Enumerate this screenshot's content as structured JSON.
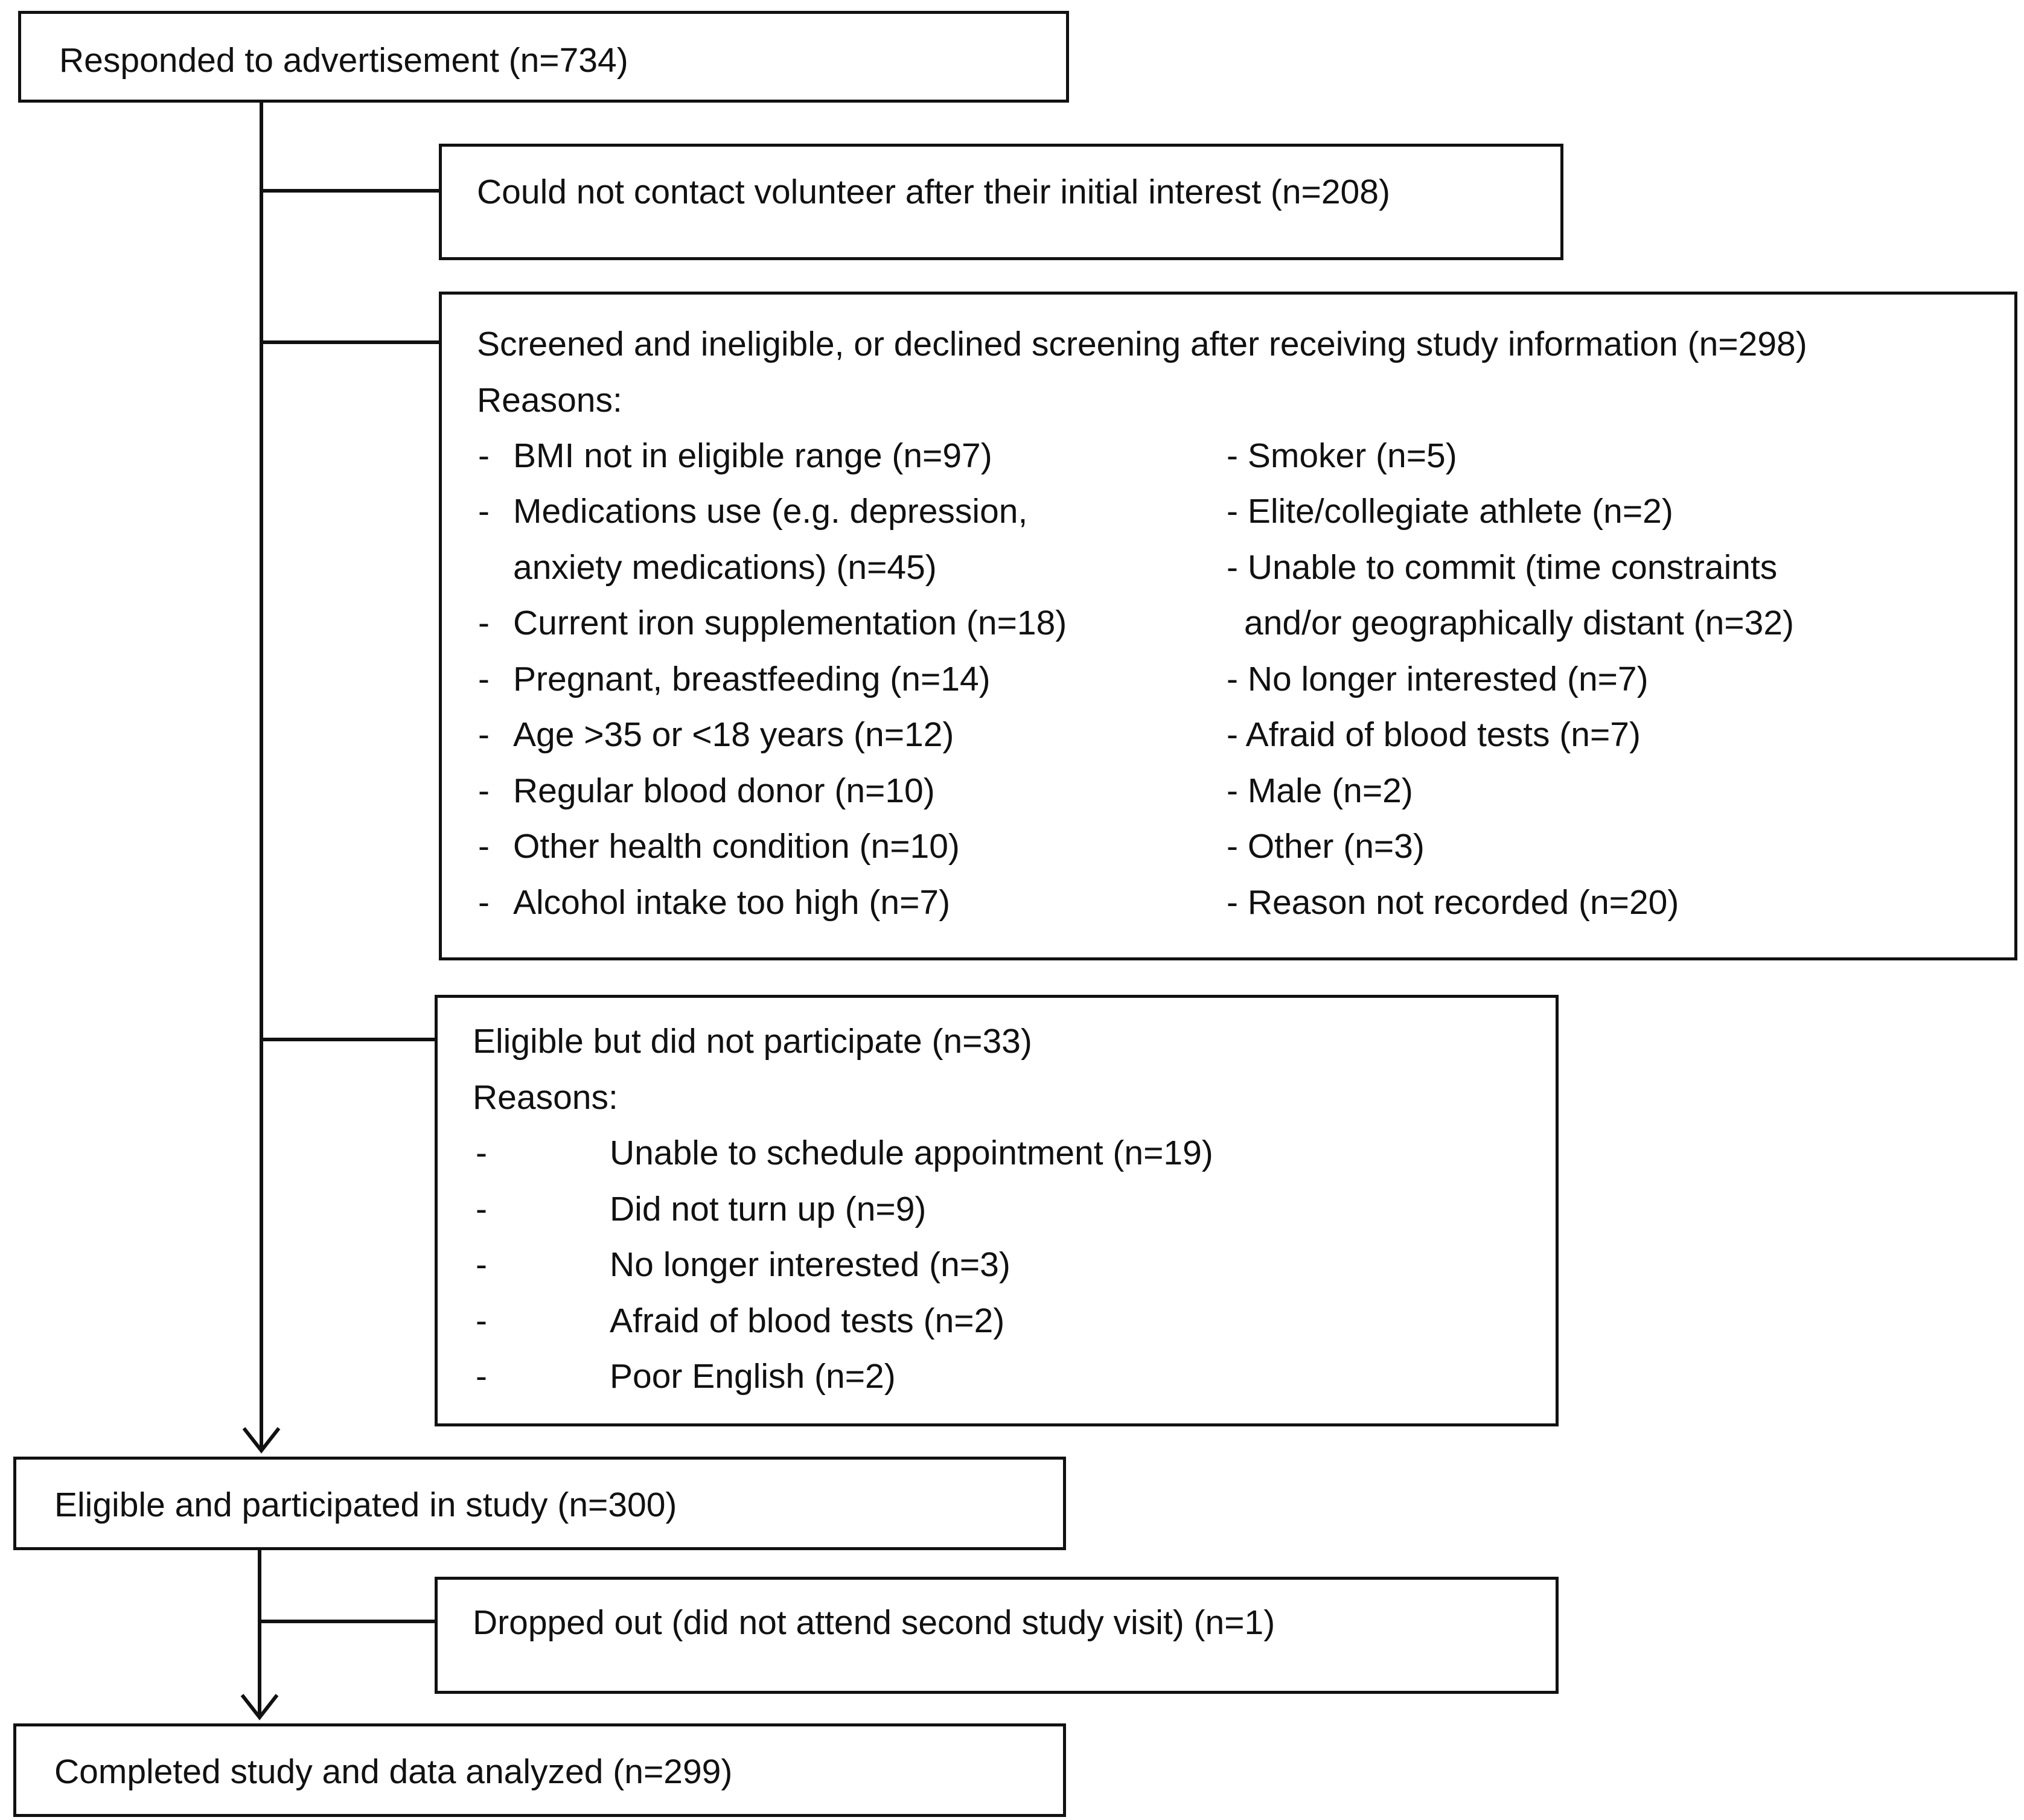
{
  "responded": {
    "label": "Responded to advertisement (n=734)"
  },
  "not_contacted": {
    "label": "Could not contact volunteer after their initial interest (n=208)"
  },
  "screened": {
    "label": "Screened and ineligible, or declined screening after receiving study information (n=298)",
    "reasons_label": "Reasons:",
    "left_bullet": "-",
    "left_reasons": [
      "BMI not in eligible range (n=97)",
      "Medications use (e.g. depression,",
      "anxiety medications) (n=45)",
      "Current iron supplementation (n=18)",
      "Pregnant, breastfeeding (n=14)",
      "Age >35 or <18 years (n=12)",
      "Regular blood donor (n=10)",
      "Other health condition (n=10)",
      "Alcohol intake too high (n=7)"
    ],
    "right_reasons": [
      "- Smoker (n=5)",
      "- Elite/collegiate athlete (n=2)",
      "- Unable to commit (time constraints",
      "and/or geographically distant (n=32)",
      "- No longer interested (n=7)",
      "- Afraid of blood tests (n=7)",
      "- Male (n=2)",
      "- Other (n=3)",
      "- Reason not recorded (n=20)"
    ]
  },
  "eligible_not_participate": {
    "label": "Eligible but did not participate (n=33)",
    "reasons_label": "Reasons:",
    "bullet": "-",
    "reasons": [
      "Unable to schedule appointment (n=19)",
      "Did not turn up (n=9)",
      "No longer interested (n=3)",
      "Afraid of blood tests (n=2)",
      "Poor English (n=2)"
    ]
  },
  "participated": {
    "label": "Eligible and participated in study (n=300)"
  },
  "dropped": {
    "label": "Dropped out (did not attend second study visit) (n=1)"
  },
  "completed": {
    "label": "Completed study and data analyzed (n=299)"
  }
}
